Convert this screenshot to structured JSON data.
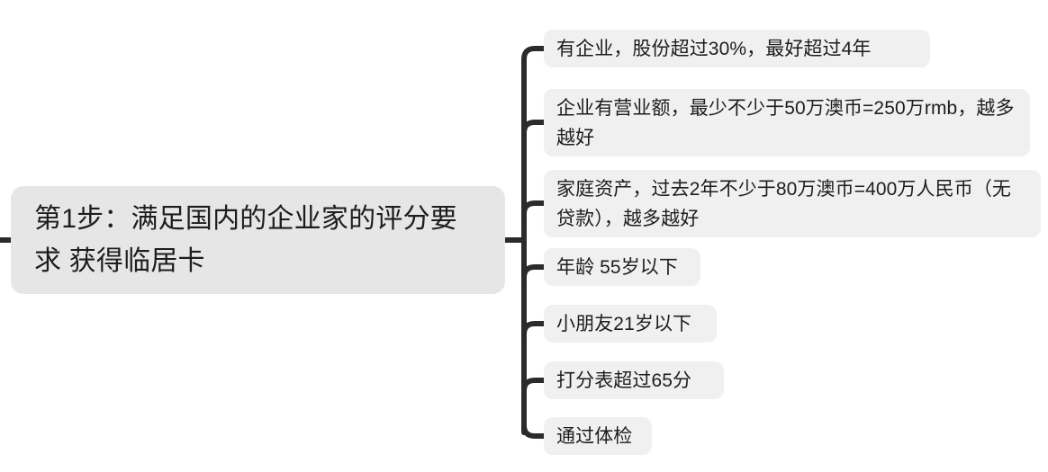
{
  "diagram": {
    "type": "mindmap",
    "orientation": "left-to-right",
    "background_color": "#ffffff",
    "root_node_color": "#e6e6e6",
    "child_node_color": "#f0f0f0",
    "connector_color": "#2b2b2b",
    "text_color": "#1d1d1f",
    "root": {
      "label": "第1步：满足国内的企业家的评分要求 获得临居卡"
    },
    "children": [
      {
        "label": "有企业，股份超过30%，最好超过4年"
      },
      {
        "label": "企业有营业额，最少不少于50万澳币=250万rmb，越多越好"
      },
      {
        "label": "家庭资产，过去2年不少于80万澳币=400万人民币（无贷款），越多越好"
      },
      {
        "label": "年龄 55岁以下"
      },
      {
        "label": "小朋友21岁以下"
      },
      {
        "label": "打分表超过65分"
      },
      {
        "label": "通过体检"
      }
    ]
  }
}
